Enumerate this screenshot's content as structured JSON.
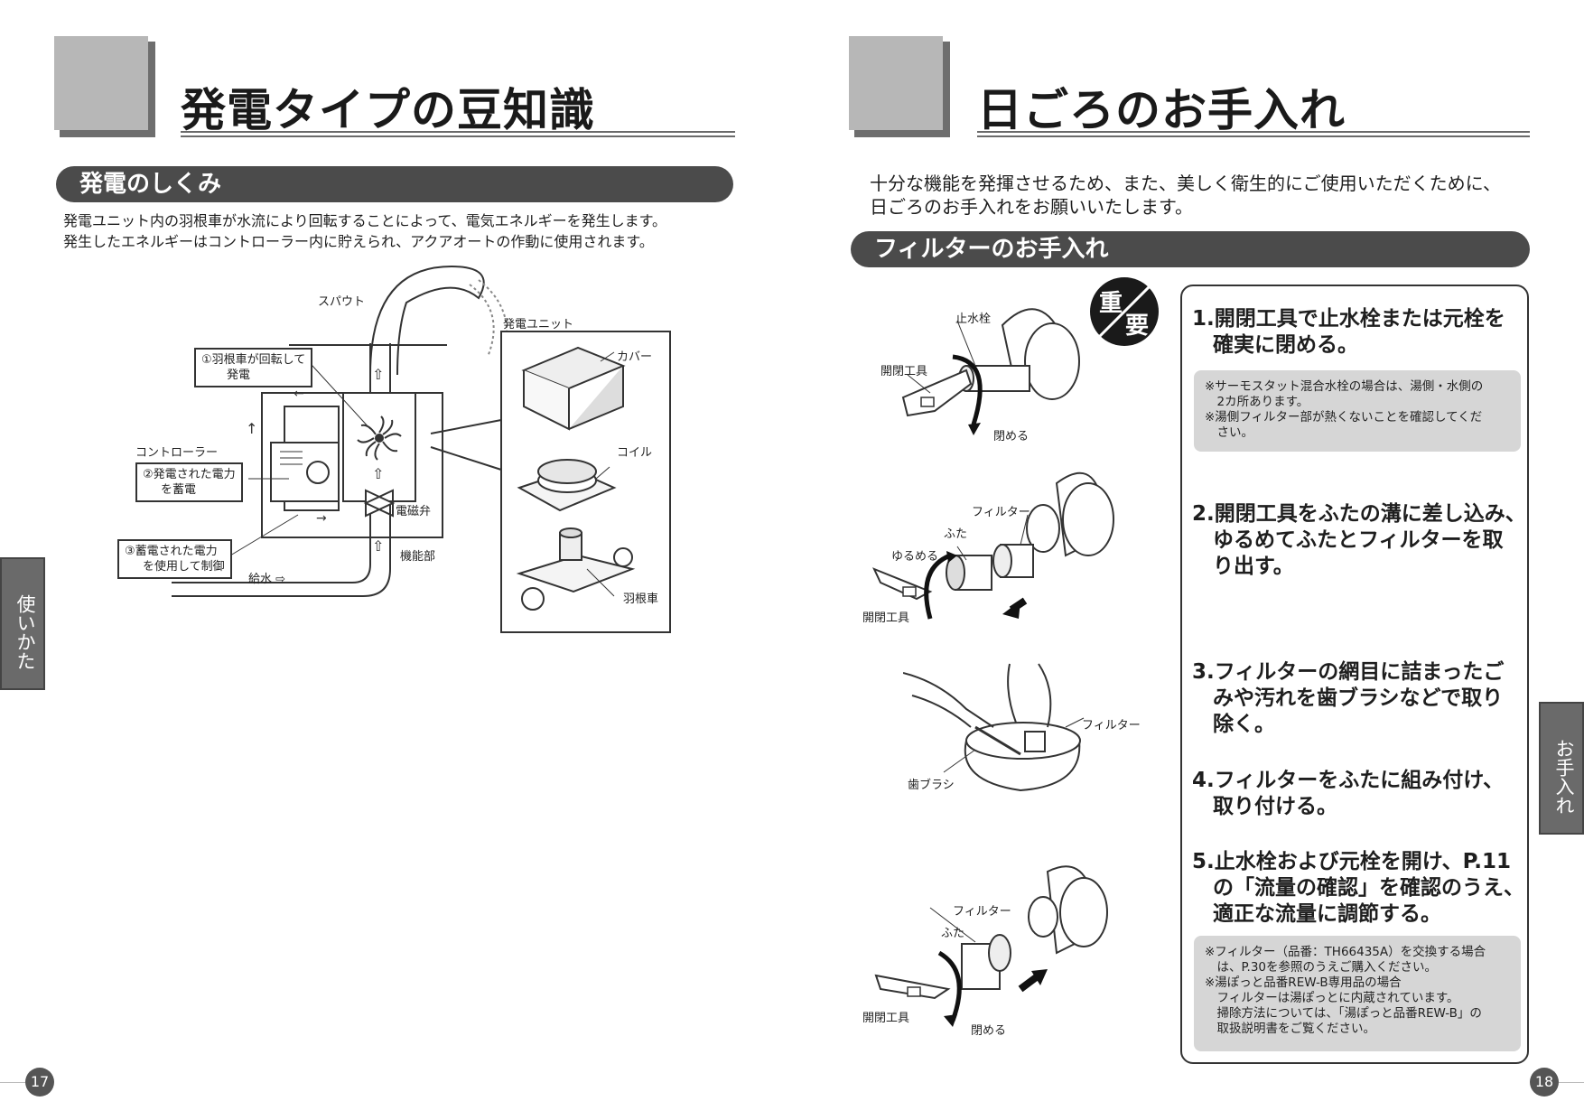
{
  "left_page": {
    "title": "発電タイプの豆知識",
    "section_heading": "発電のしくみ",
    "paragraph": [
      "発電ユニット内の羽根車が水流により回転することによって、電気エネルギーを発生します。",
      "発生したエネルギーはコントローラー内に貯えられ、アクアオートの作動に使用されます。"
    ],
    "diagram": {
      "spout": "スパウト",
      "generator_unit": "発電ユニット",
      "cover": "カバー",
      "coil": "コイル",
      "impeller": "羽根車",
      "controller": "コントローラー",
      "solenoid_valve": "電磁弁",
      "function_part": "機能部",
      "water_supply": "給水 ⇨",
      "callout1": [
        "①羽根車が回転して",
        "発電"
      ],
      "callout2": [
        "②発電された電力",
        "を蓄電"
      ],
      "callout3": [
        "③蓄電された電力",
        "を使用して制御"
      ]
    },
    "side_tab": "使いかた",
    "page_number": "17"
  },
  "right_page": {
    "title": "日ごろのお手入れ",
    "intro": [
      "十分な機能を発揮させるため、また、美しく衛生的にご使用いただくために、",
      "日ごろのお手入れをお願いいたします。"
    ],
    "section_heading": "フィルターのお手入れ",
    "important_badge": [
      "重",
      "要"
    ],
    "figure_labels": {
      "fig1_stopcock": "止水栓",
      "fig1_tool": "開閉工具",
      "fig1_close": "閉める",
      "fig2_filter": "フィルター",
      "fig2_lid": "ふた",
      "fig2_loosen": "ゆるめる",
      "fig2_tool": "開閉工具",
      "fig3_filter": "フィルター",
      "fig3_brush": "歯ブラシ",
      "fig4_filter": "フィルター",
      "fig4_lid": "ふた",
      "fig4_tool": "開閉工具",
      "fig4_close": "閉める"
    },
    "steps": [
      [
        "1.開閉工具で止水栓または元栓を",
        "　確実に閉める。"
      ],
      [
        "2.開閉工具をふたの溝に差し込み、",
        "　ゆるめてふたとフィルターを取",
        "　り出す。"
      ],
      [
        "3.フィルターの網目に詰まったご",
        "　みや汚れを歯ブラシなどで取り",
        "　除く。"
      ],
      [
        "4.フィルターをふたに組み付け、",
        "　取り付ける。"
      ],
      [
        "5.止水栓および元栓を開け、P.11",
        "　の「流量の確認」を確認のうえ、",
        "　適正な流量に調節する。"
      ]
    ],
    "note1": [
      "※サーモスタット混合水栓の場合は、湯側・水側の",
      "　2カ所あります。",
      "※湯側フィルター部が熱くないことを確認してくだ",
      "　さい。"
    ],
    "note2": [
      "※フィルター（品番：TH66435A）を交換する場合",
      "　は、P.30を参照のうえご購入ください。",
      "※湯ぽっと品番REW-B専用品の場合",
      "　フィルターは湯ぽっとに内蔵されています。",
      "　掃除方法については、「湯ぽっと品番REW-B」の",
      "　取扱説明書をご覧ください。"
    ],
    "side_tab": "お手入れ",
    "page_number": "18"
  }
}
